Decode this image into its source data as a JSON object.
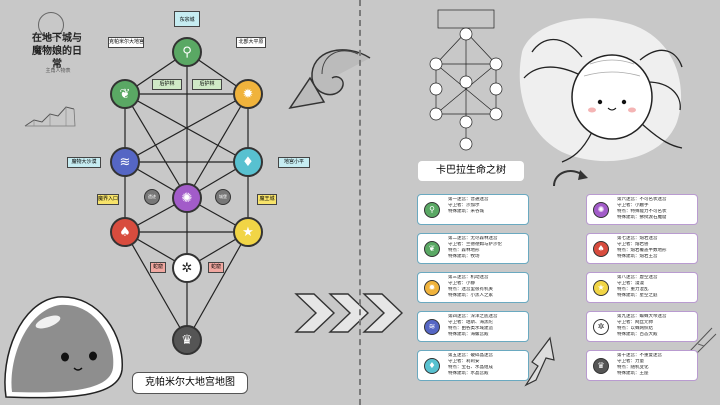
{
  "corner": {
    "title": "在地下城与魔物娘的日常",
    "subtitle": "主角人物表"
  },
  "map": {
    "caption": "克帕米尔大地宫地图",
    "labels": {
      "top": "东宗城",
      "left_top": "克帕米尔大地宫",
      "right_top": "北部大平原",
      "upper_left_gate": "后护林",
      "upper_right_gate": "后护林",
      "left_mid": "魔物大沙漠",
      "right_mid": "地宫小平",
      "left_small": "魔界入口",
      "right_small": "魔王城",
      "small1": "遗迹",
      "small2": "城堡",
      "red_left": "蛇窟",
      "red_right": "蛇窟"
    },
    "nodes": [
      {
        "name": "node-key",
        "color": "#5aa864",
        "icon": "⚲"
      },
      {
        "name": "node-leaf",
        "color": "#5aa864",
        "icon": "❦"
      },
      {
        "name": "node-gear",
        "color": "#f0b33c",
        "icon": "✹"
      },
      {
        "name": "node-waves",
        "color": "#5566c4",
        "icon": "≋"
      },
      {
        "name": "node-crystal",
        "color": "#58c1d0",
        "icon": "♦"
      },
      {
        "name": "node-octopus",
        "color": "#a25cc9",
        "icon": "✺"
      },
      {
        "name": "node-mushroom",
        "color": "#d84c3e",
        "icon": "♠"
      },
      {
        "name": "node-star",
        "color": "#f1d546",
        "icon": "★"
      },
      {
        "name": "node-spider",
        "color": "#ffffff",
        "icon": "✲"
      },
      {
        "name": "node-crown",
        "color": "#555555",
        "icon": "♛"
      }
    ]
  },
  "legend": {
    "title": "卡巴拉生命之树",
    "cards_left": [
      {
        "l1": "第一迷宫：普通迷宫",
        "l2": "守卫者：沙加尔",
        "l3": "特殊建筑：米谷城",
        "color": "#5aa864",
        "icon": "⚲"
      },
      {
        "l1": "第二迷宫：无尽森林迷宫",
        "l2": "守卫者：兰德德姆与萨沙伦",
        "l3": "特点：森林地形",
        "l4": "特殊建筑：牧场",
        "color": "#5aa864",
        "icon": "❦"
      },
      {
        "l1": "第三迷宫：机动迷宫",
        "l2": "守卫者：小静",
        "l3": "特点：迷宫里很有机关",
        "l4": "特殊建筑：小黑人之家",
        "color": "#f0b33c",
        "icon": "✹"
      },
      {
        "l1": "第四迷宫：深洋之底迷宫",
        "l2": "守卫者：珀斯、海黑陀",
        "l3": "特点：由各类水域建造",
        "l4": "特殊建筑：海螺宫殿",
        "color": "#5566c4",
        "icon": "≋"
      },
      {
        "l1": "第五迷宫：破碎晶迷宫",
        "l2": "守卫者：莉莉安",
        "l3": "特点：宝石、水晶组成",
        "l4": "特殊建筑：水晶宫殿",
        "color": "#58c1d0",
        "icon": "♦"
      }
    ],
    "cards_right": [
      {
        "l1": "第六迷宫：不可名状迷宫",
        "l2": "守卫者：小触手",
        "l3": "特点：特殊能力不可名状",
        "l4": "特殊建筑：拂拭渡石魔窟",
        "color": "#a25cc9",
        "icon": "✺"
      },
      {
        "l1": "第七迷宫：熔岩迷宫",
        "l2": "守卫者：熔岩兽",
        "l3": "特点：熔岩覆盖半数地形",
        "l4": "特殊建筑：熔岩王宫",
        "color": "#d84c3e",
        "icon": "♠"
      },
      {
        "l1": "第八迷宫：虚空迷宫",
        "l2": "守卫者：漫漫",
        "l3": "特点：重力混乱",
        "l4": "特殊建筑：星空之庭",
        "color": "#f1d546",
        "icon": "★"
      },
      {
        "l1": "第九迷宫：蜘蛛大帝迷宫",
        "l2": "守卫者：网丝元帅",
        "l3": "特点：以蛛网织结",
        "l4": "特殊建筑：百态大殿",
        "color": "#ffffff",
        "icon": "✲"
      },
      {
        "l1": "第十迷宫：不重复迷宫",
        "l2": "守卫者：力量",
        "l3": "特点：随机变化",
        "l4": "特殊建筑：王座",
        "color": "#555555",
        "icon": "♛"
      }
    ]
  }
}
